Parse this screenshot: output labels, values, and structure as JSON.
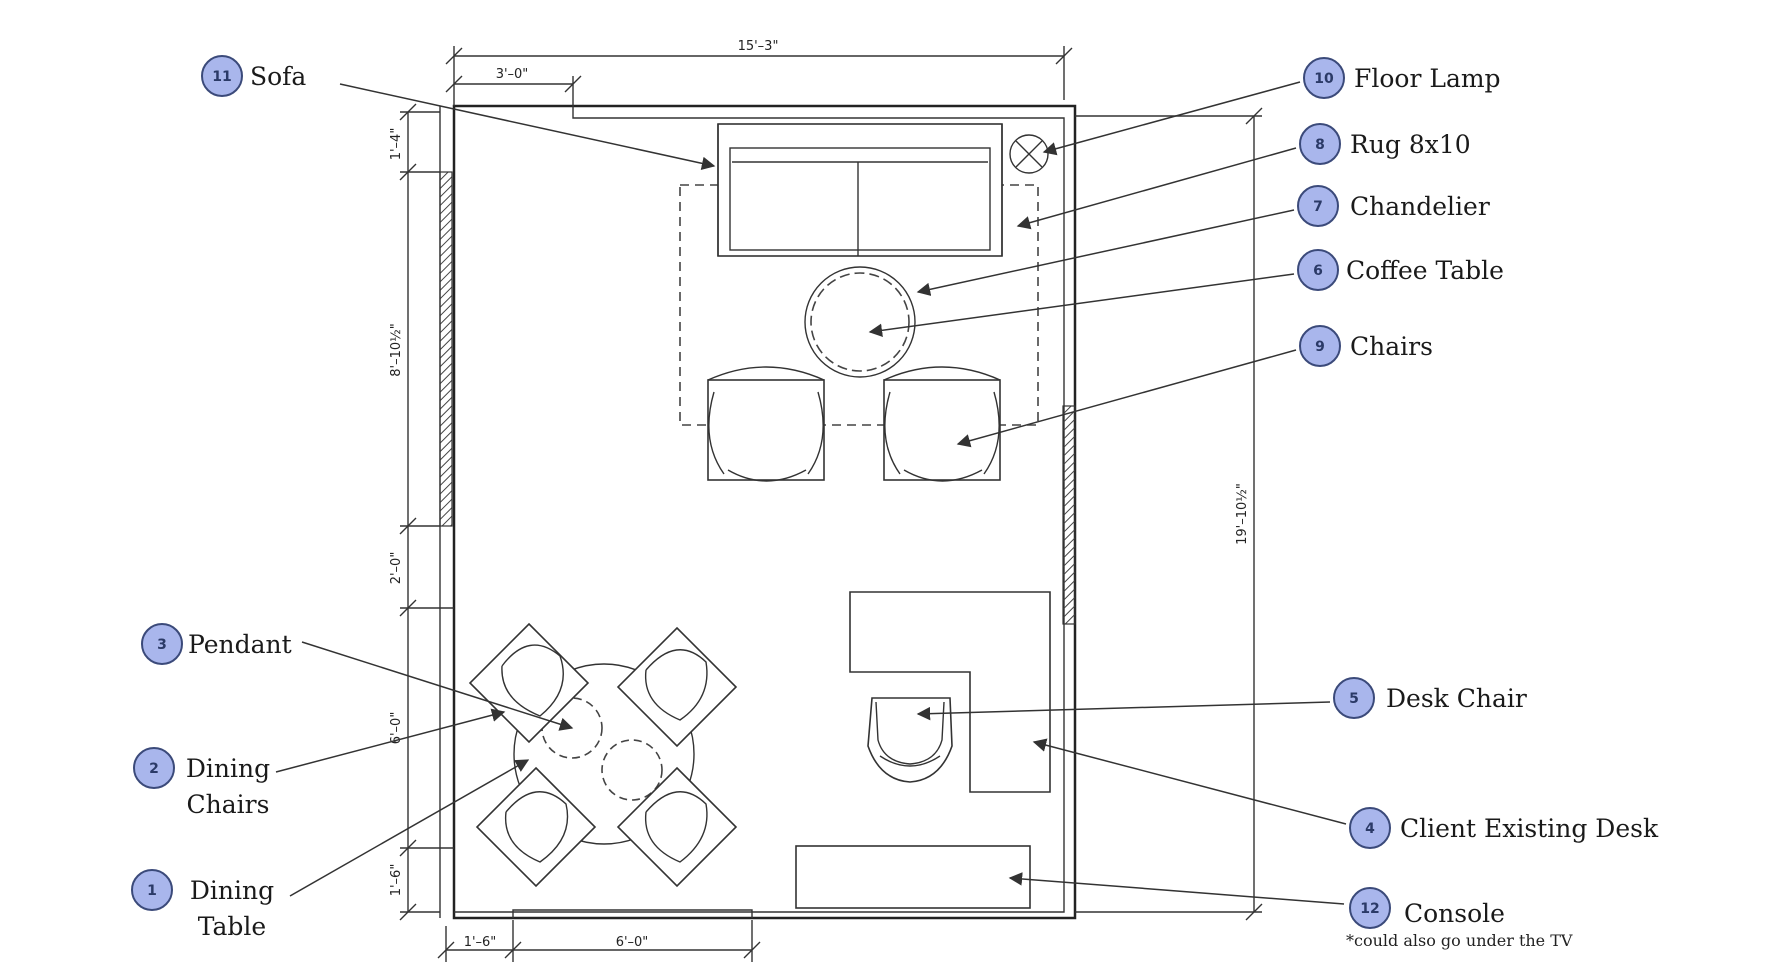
{
  "colors": {
    "badge_fill": "#a9b6ec",
    "badge_stroke": "#3b4a7a",
    "line": "#333333"
  },
  "dimensions": {
    "top_overall": "15'–3\"",
    "top_offset": "3'–0\"",
    "left_top": "1'–4\"",
    "left_window": "8'–10½\"",
    "left_mid": "2'–0\"",
    "left_lower": "6'–0\"",
    "left_bottom": "1'–6\"",
    "right_overall": "19'–10½\"",
    "bottom_left": "1'–6\"",
    "bottom_door": "6'–0\""
  },
  "callouts": [
    {
      "number": "11",
      "lines": [
        "Sofa"
      ]
    },
    {
      "number": "3",
      "lines": [
        "Pendant"
      ]
    },
    {
      "number": "2",
      "lines": [
        "Dining",
        "Chairs"
      ]
    },
    {
      "number": "1",
      "lines": [
        "Dining",
        "Table"
      ]
    },
    {
      "number": "10",
      "lines": [
        "Floor Lamp"
      ]
    },
    {
      "number": "8",
      "lines": [
        "Rug 8x10"
      ]
    },
    {
      "number": "7",
      "lines": [
        "Chandelier"
      ]
    },
    {
      "number": "6",
      "lines": [
        "Coffee Table"
      ]
    },
    {
      "number": "9",
      "lines": [
        "Chairs"
      ]
    },
    {
      "number": "5",
      "lines": [
        "Desk Chair"
      ]
    },
    {
      "number": "4",
      "lines": [
        "Client Existing Desk"
      ]
    },
    {
      "number": "12",
      "lines": [
        "Console"
      ]
    }
  ],
  "console_note": "*could also go under the TV"
}
